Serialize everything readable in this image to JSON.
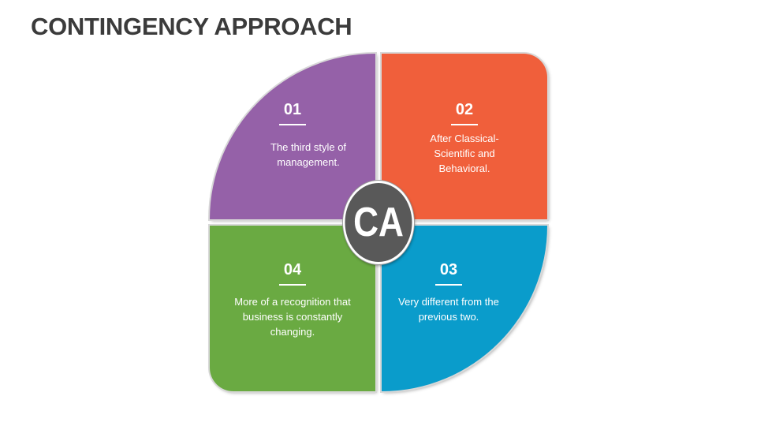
{
  "title": "CONTINGENCY APPROACH",
  "center_label": "CA",
  "quadrants": [
    {
      "number": "01",
      "text": "The third style of management.",
      "color": "#9561a8"
    },
    {
      "number": "02",
      "text": "After Classical-Scientific and Behavioral.",
      "color": "#f05f3b"
    },
    {
      "number": "03",
      "text": "Very different from the previous two.",
      "color": "#0a9ccb"
    },
    {
      "number": "04",
      "text": "More of a recognition that business is constantly changing.",
      "color": "#6aaa42"
    }
  ]
}
